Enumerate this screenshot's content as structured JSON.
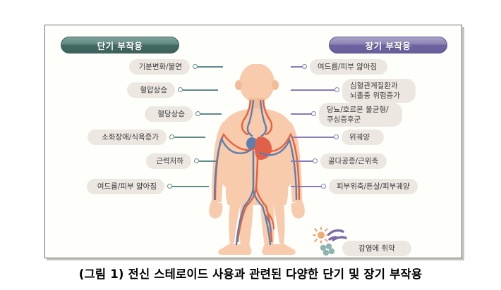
{
  "figure": {
    "caption": "(그림 1) 전신 스테로이드 사용과 관련된 다양한 단기 및 장기 부작용",
    "headers": {
      "short_term": "단기 부작용",
      "long_term": "장기 부작용"
    },
    "colors": {
      "short_term_accent": "#5E8A88",
      "long_term_accent": "#8A7BB5",
      "pill_background": "#EDE7E2",
      "skin": "#F5C4A3",
      "artery": "#E8613C",
      "vein": "#5C7FAF",
      "heart": "#E0604B",
      "frame_background": "#FEFEFA"
    }
  },
  "short_term_effects": [
    {
      "label": "기분변화/불면"
    },
    {
      "label": "혈압상승"
    },
    {
      "label": "혈당상승"
    },
    {
      "label": "소화장애/식욕증가"
    },
    {
      "label": "근력저하"
    },
    {
      "label": "여드름/피부 얇아짐"
    }
  ],
  "long_term_effects": [
    {
      "label": "여드름/피부 얇아짐"
    },
    {
      "label": "심혈관계질환과\n뇌졸중 위험증가"
    },
    {
      "label": "당뇨/호르몬 불균형/\n쿠싱증후군"
    },
    {
      "label": "위궤양"
    },
    {
      "label": "골다공증/근위축"
    },
    {
      "label": "피부위축/튼살/피부궤양"
    },
    {
      "label": "감염에 취약"
    }
  ]
}
